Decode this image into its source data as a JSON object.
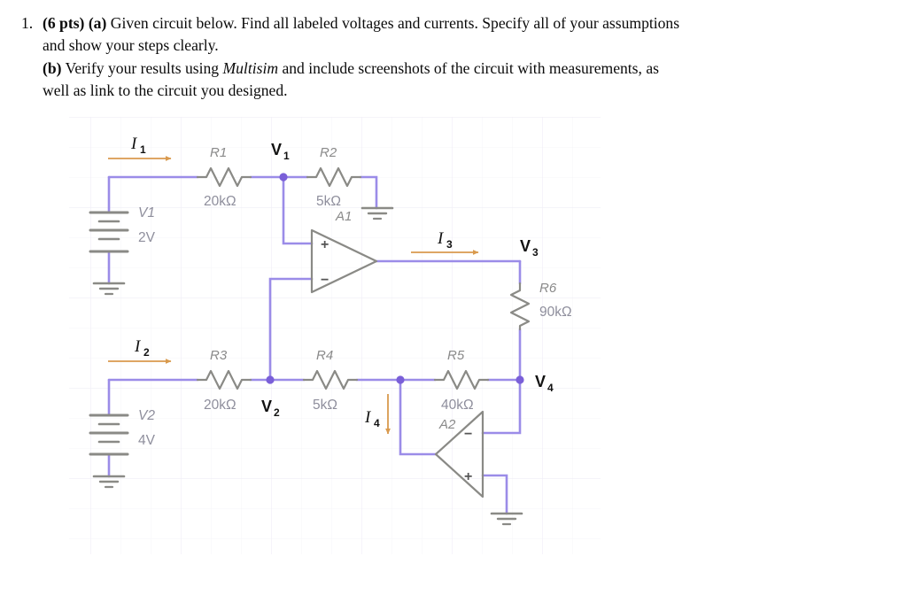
{
  "question": {
    "number": "1.",
    "points": "(6 pts)",
    "part_a_tag": "(a)",
    "part_a_text_1": "Given circuit below. Find all labeled voltages and currents. Specify all of your assumptions",
    "part_a_text_2": "and show your steps clearly.",
    "part_b_tag": "(b)",
    "part_b_text_1_pre": "Verify your results using ",
    "part_b_text_1_em": "Multisim",
    "part_b_text_1_post": " and include screenshots of the circuit with measurements, as",
    "part_b_text_2": "well as link to the circuit you designed."
  },
  "circuit": {
    "title": "op-amp resistor network",
    "colors": {
      "wire": "#9b8ce8",
      "node": "#7a5fd8",
      "component": "#8a8a86",
      "arrow": "#d99a4e",
      "label_gray": "#8e8e9c",
      "text_black": "#111111",
      "grid": "#f0eff5",
      "background": "#ffffff"
    },
    "sources": [
      {
        "name": "V1",
        "value": "2V",
        "id": "source-v1"
      },
      {
        "name": "V2",
        "value": "4V",
        "id": "source-v2"
      }
    ],
    "resistors": [
      {
        "name": "R1",
        "value": "20kΩ",
        "orientation": "horizontal"
      },
      {
        "name": "R2",
        "value": "5kΩ",
        "orientation": "horizontal"
      },
      {
        "name": "R3",
        "value": "20kΩ",
        "orientation": "horizontal"
      },
      {
        "name": "R4",
        "value": "5kΩ",
        "orientation": "horizontal"
      },
      {
        "name": "R5",
        "value": "40kΩ",
        "orientation": "horizontal"
      },
      {
        "name": "R6",
        "value": "90kΩ",
        "orientation": "vertical"
      }
    ],
    "opamps": [
      {
        "name": "A1",
        "orientation": "right",
        "top_input": "+",
        "bottom_input": "−"
      },
      {
        "name": "A2",
        "orientation": "left",
        "top_input": "−",
        "bottom_input": "+"
      }
    ],
    "node_labels": [
      {
        "base": "V",
        "sub": "1"
      },
      {
        "base": "V",
        "sub": "2"
      },
      {
        "base": "V",
        "sub": "3"
      },
      {
        "base": "V",
        "sub": "4"
      }
    ],
    "current_labels": [
      {
        "base": "I",
        "sub": "1",
        "direction": "right"
      },
      {
        "base": "I",
        "sub": "2",
        "direction": "right"
      },
      {
        "base": "I",
        "sub": "3",
        "direction": "right"
      },
      {
        "base": "I",
        "sub": "4",
        "direction": "down"
      }
    ],
    "opamp_signs": {
      "plus": "+",
      "minus": "−"
    }
  }
}
